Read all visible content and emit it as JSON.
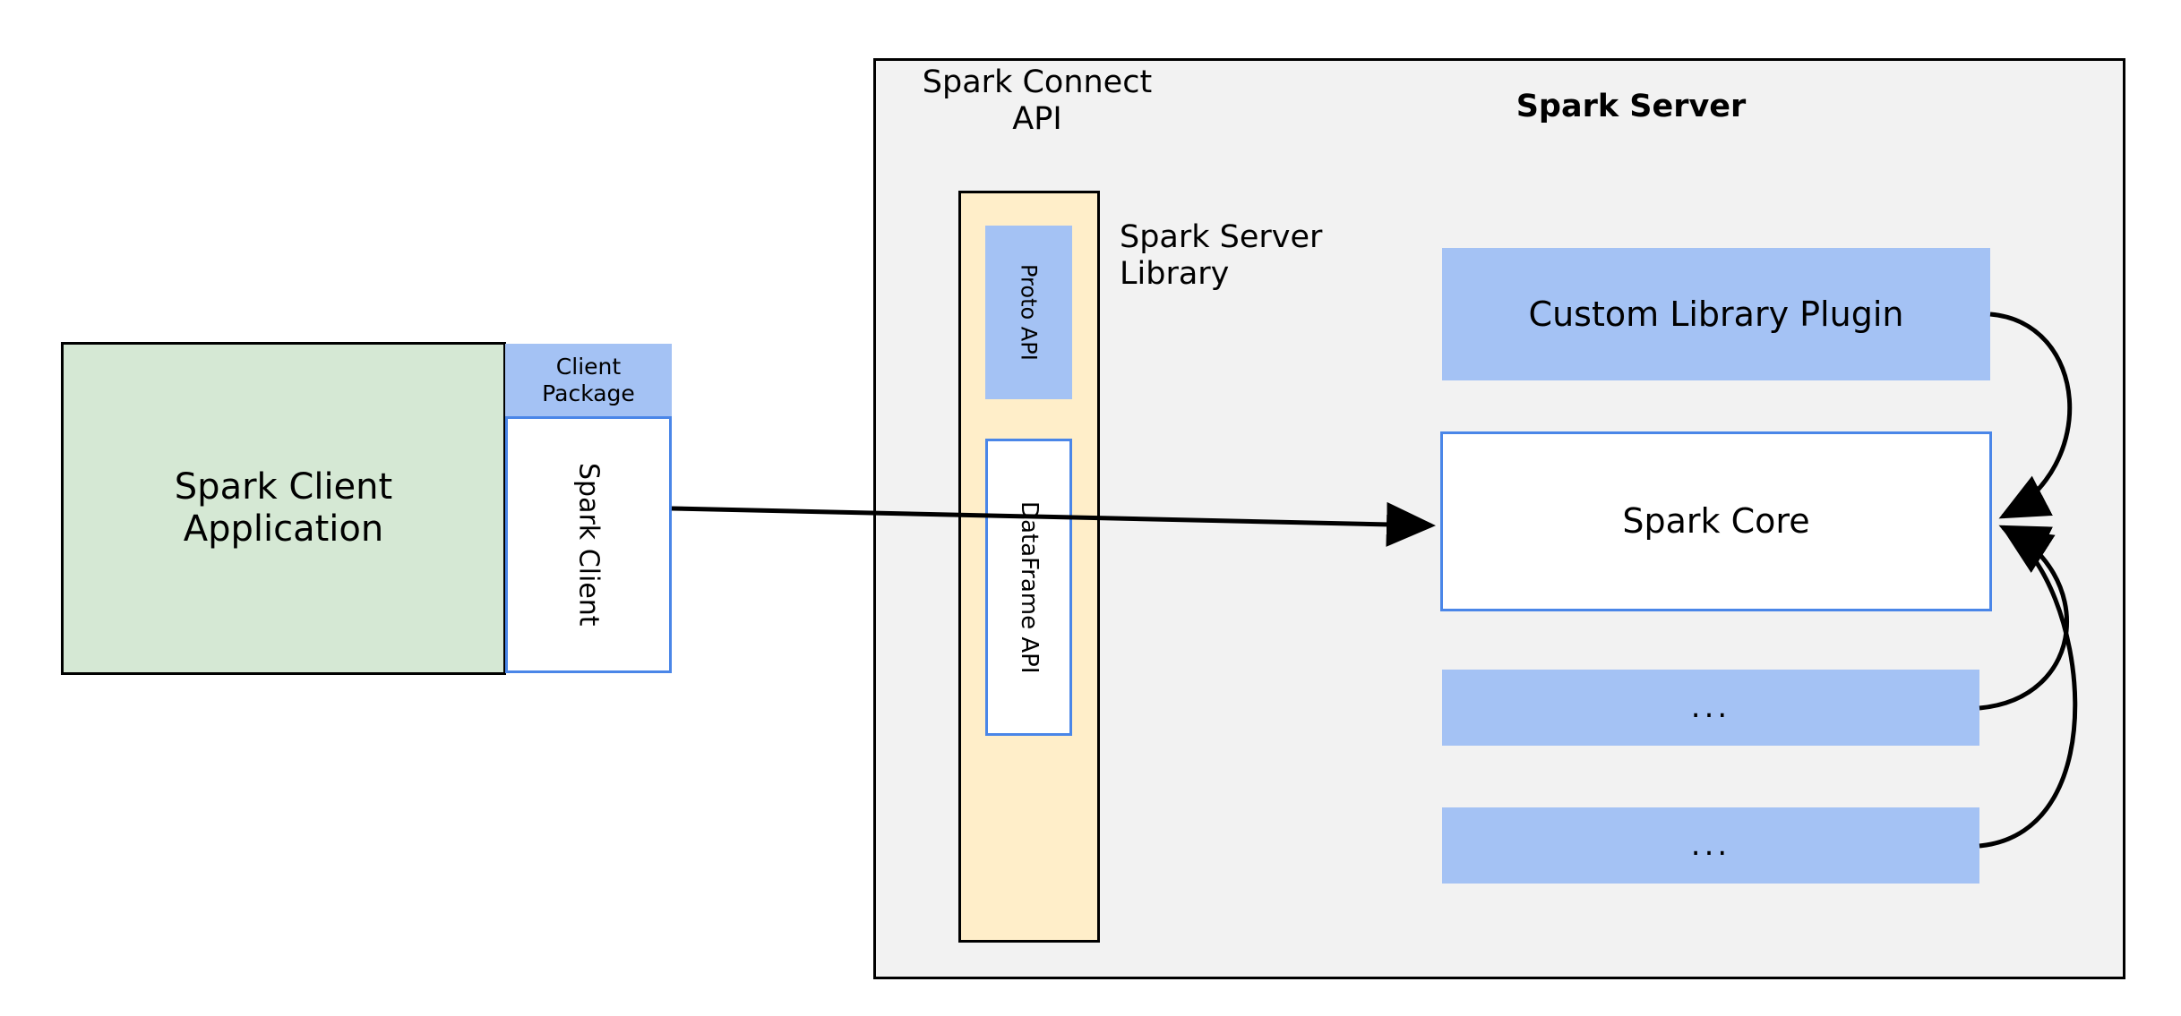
{
  "diagram": {
    "title": "Spark Connect architecture",
    "colors": {
      "client_app_fill": "#d5e8d4",
      "package_fill": "#a4c2f4",
      "server_container_fill": "#f2f2f2",
      "api_column_fill": "#ffeec9",
      "box_stroke_blue": "#4a86e8",
      "box_stroke_black": "#000000",
      "white_fill": "#ffffff"
    }
  },
  "client": {
    "application_label": "Spark Client\nApplication",
    "application_line1": "Spark Client",
    "application_line2": "Application",
    "package_label": "Client\nPackage",
    "package_line1": "Client",
    "package_line2": "Package",
    "spark_client_label": "Spark Client"
  },
  "server": {
    "container_title": "Spark Server",
    "connect_api_label": "Spark Connect\nAPI",
    "connect_api_line1": "Spark Connect",
    "connect_api_line2": "API",
    "server_library_label": "Spark Server\nLibrary",
    "server_library_line1": "Spark Server",
    "server_library_line2": "Library",
    "api_column": {
      "proto_api_label": "Proto API",
      "dataframe_api_label": "DataFrame API"
    },
    "components": [
      {
        "label": "Custom Library Plugin",
        "style": "filled-blue"
      },
      {
        "label": "Spark Core",
        "style": "white-blue-border"
      },
      {
        "label": "...",
        "style": "filled-blue"
      },
      {
        "label": "...",
        "style": "filled-blue"
      }
    ],
    "custom_library_plugin_label": "Custom Library Plugin",
    "spark_core_label": "Spark Core",
    "ellipsis_one_label": "...",
    "ellipsis_two_label": "..."
  },
  "edges": [
    {
      "from": "Spark Client",
      "to": "Spark Core",
      "type": "straight-arrow"
    },
    {
      "from": "Custom Library Plugin",
      "to": "Spark Core",
      "type": "curved-arrow"
    },
    {
      "from": "...",
      "to": "Spark Core",
      "type": "curved-arrow"
    },
    {
      "from": "...",
      "to": "Spark Core",
      "type": "curved-arrow"
    }
  ]
}
